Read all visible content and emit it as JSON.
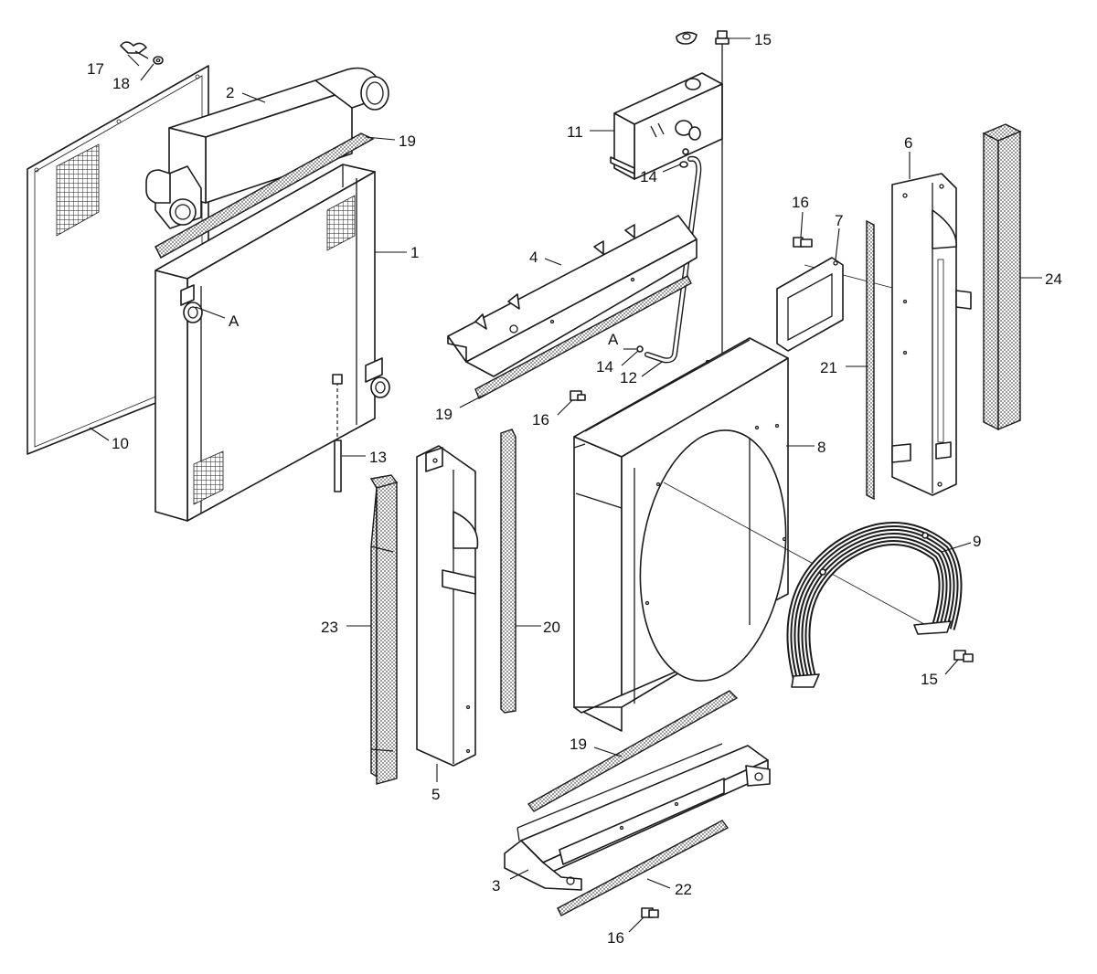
{
  "callouts": [
    "1",
    "2",
    "3",
    "4",
    "5",
    "6",
    "7",
    "8",
    "9",
    "10",
    "11",
    "12",
    "13",
    "14",
    "15",
    "16",
    "17",
    "18",
    "19",
    "20",
    "21",
    "22",
    "23",
    "24",
    "A"
  ],
  "colors": {
    "line": "#1a1a1a",
    "screen": "#555555",
    "background": "#ffffff"
  }
}
